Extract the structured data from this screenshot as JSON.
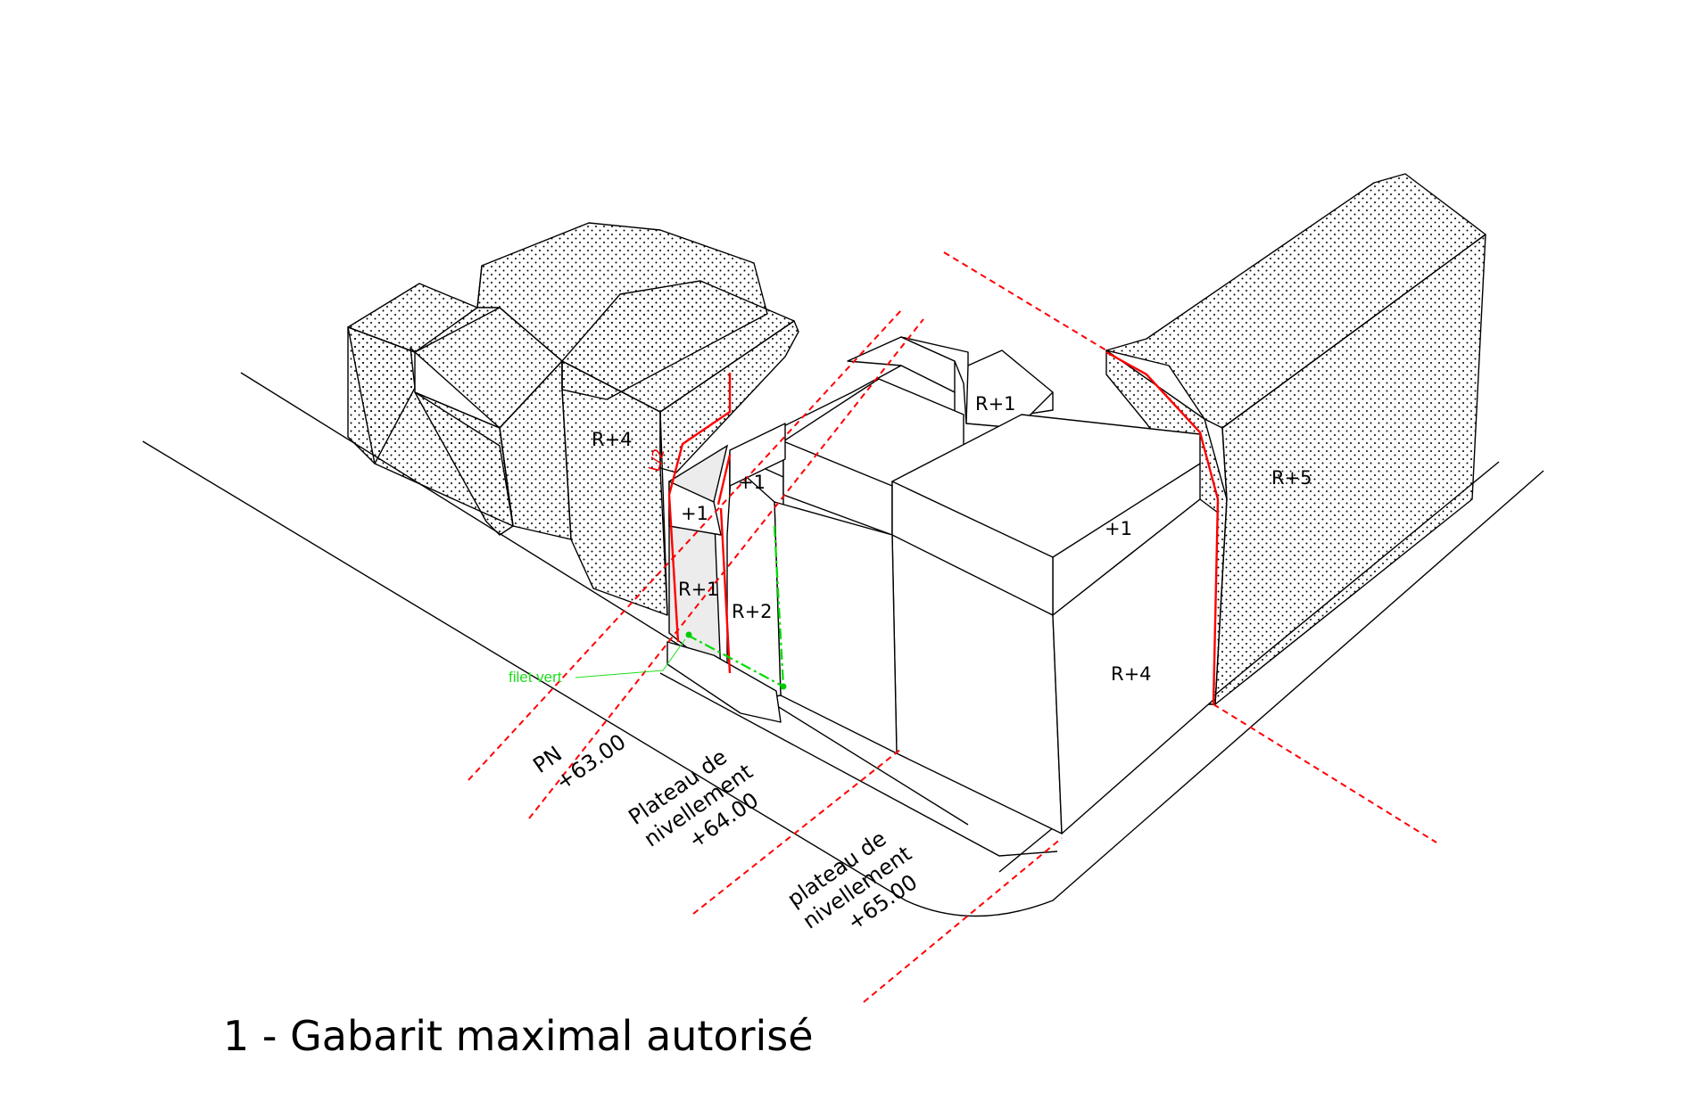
{
  "labels": {
    "r4_left": "R+4",
    "r5_right": "R+5",
    "r1_top": "R+1",
    "plus1_left_a": "+1",
    "plus1_left_b": "+1",
    "plus1_main": "+1",
    "r1_grey": "R+1",
    "r2": "R+2",
    "r4_main": "R+4",
    "l_over_2": "L/2",
    "filet_vert": "filet vert"
  },
  "levels": {
    "pn_line1": "PN",
    "pn_line2": "+63.00",
    "p64_line1": "Plateau de",
    "p64_line2": "nivellement",
    "p64_line3": "+64.00",
    "p65_line1": "plateau de",
    "p65_line2": "nivellement",
    "p65_line3": "+65.00"
  },
  "caption": "1 - Gabarit maximal autorisé",
  "colors": {
    "limit_lines": "#ff0000",
    "filet_vert": "#00dd00",
    "neighbour_hatch": "#000000"
  }
}
